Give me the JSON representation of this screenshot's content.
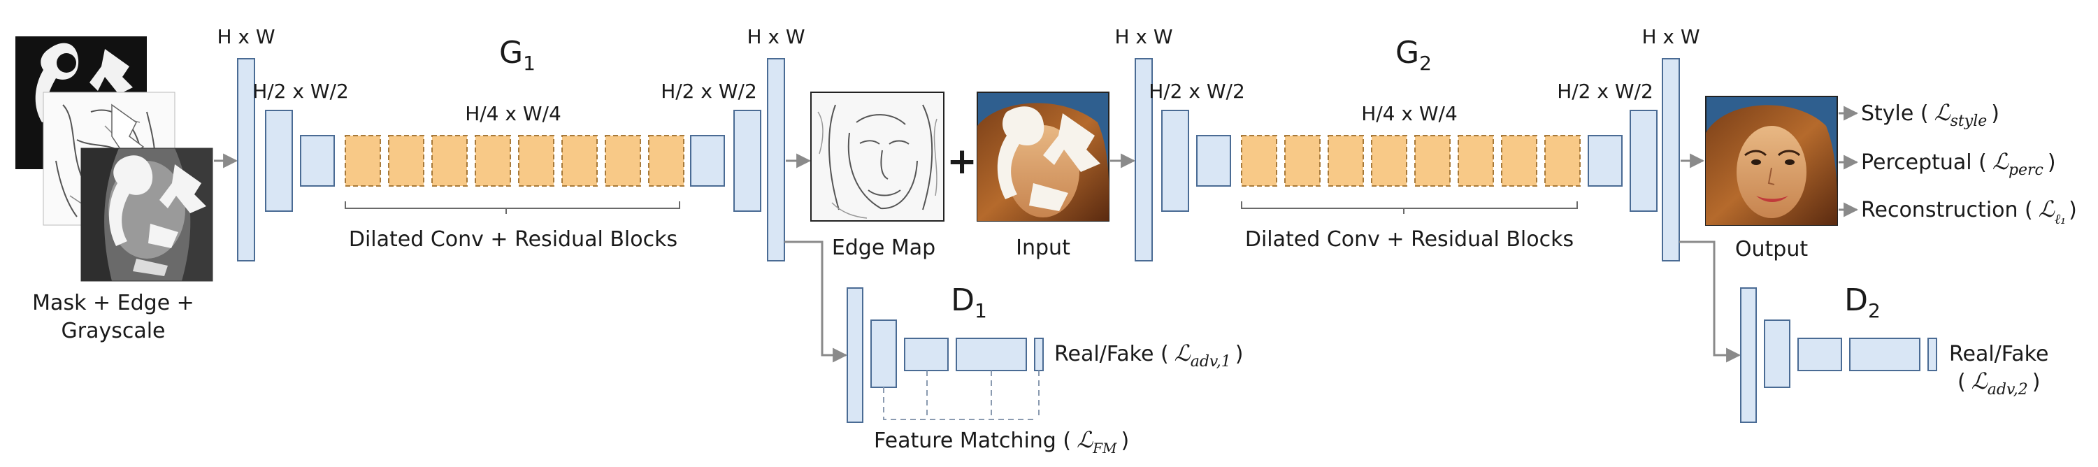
{
  "colors": {
    "layer_fill": "#d9e6f5",
    "layer_stroke": "#4a6b94",
    "resblock_fill": "#f8c987",
    "resblock_stroke": "#a87a3a",
    "arrow": "#8a8a8a",
    "bracket": "#6a6a6a",
    "fm_dash": "#8a9ab0",
    "text": "#1a1a1a"
  },
  "generator1": {
    "title": "G",
    "title_sub": "1",
    "dim_top": "H x W",
    "dim_half_in": "H/2 x W/2",
    "dim_quarter": "H/4 x W/4",
    "dim_half_out": "H/2 x W/2",
    "dim_top_out": "H x W",
    "res_caption": "Dilated Conv + Residual Blocks",
    "res_block_count": 8
  },
  "generator2": {
    "title": "G",
    "title_sub": "2",
    "dim_top": "H x W",
    "dim_half_in": "H/2 x W/2",
    "dim_quarter": "H/4 x W/4",
    "dim_half_out": "H/2 x W/2",
    "dim_top_out": "H x W",
    "res_caption": "Dilated Conv + Residual Blocks",
    "res_block_count": 8
  },
  "inputs": {
    "stack_caption_line1": "Mask + Edge +",
    "stack_caption_line2": "Grayscale"
  },
  "middle": {
    "edge_map_caption": "Edge Map",
    "plus_sign": "+",
    "input_caption": "Input"
  },
  "output": {
    "caption": "Output",
    "losses": [
      {
        "label": "Style (",
        "symbol": "ℒ",
        "sub": "style",
        "close": ")"
      },
      {
        "label": "Perceptual (",
        "symbol": "ℒ",
        "sub": "perc",
        "close": ")"
      },
      {
        "label": "Reconstruction (",
        "symbol": "ℒ",
        "sub": "ℓ₁",
        "close": ")"
      }
    ]
  },
  "discriminator1": {
    "title": "D",
    "title_sub": "1",
    "out_label": "Real/Fake (",
    "out_symbol": "ℒ",
    "out_sub": "adv,1",
    "out_close": ")",
    "fm_label": "Feature Matching (",
    "fm_symbol": "ℒ",
    "fm_sub": "FM",
    "fm_close": ")"
  },
  "discriminator2": {
    "title": "D",
    "title_sub": "2",
    "out_label_line1": "Real/Fake",
    "out_open": "(",
    "out_symbol": "ℒ",
    "out_sub": "adv,2",
    "out_close": ")"
  }
}
